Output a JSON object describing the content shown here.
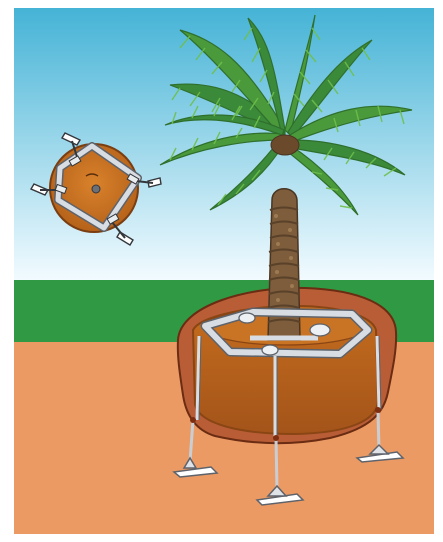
{
  "figure": {
    "colors": {
      "sky_top": "#45b3d6",
      "sky_bottom": "#f2fbff",
      "grass": "#2f9a43",
      "soil": "#ec9a63",
      "pit": "#b85d36",
      "pit_edge": "#6a2c12",
      "root_ball": "#c56d1e",
      "root_ball_dark": "#8a4514",
      "frame": "#d8dde3",
      "frame_edge": "#5e636b",
      "trunk": "#7d5d3b",
      "leaf": "#3b8a3a",
      "leaf_light": "#6fbf4c"
    },
    "elements": {
      "tree": "date-palm",
      "anchor_system": "root-ball-anchor",
      "detail_view": "top-view-anchor-frame"
    }
  }
}
